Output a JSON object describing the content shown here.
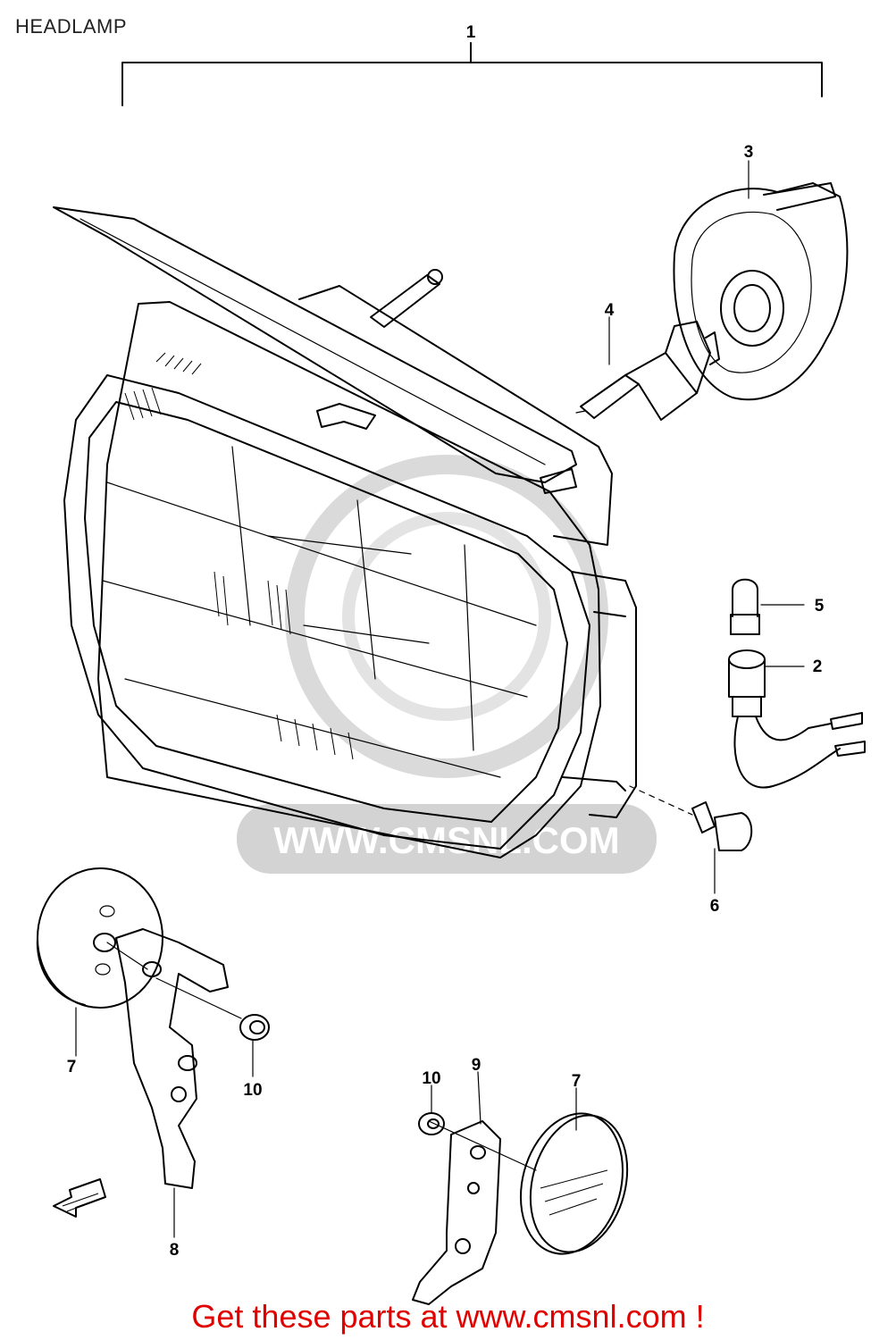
{
  "title": "HEADLAMP",
  "footer": "Get these parts at www.cmsnl.com !",
  "watermark": "WWW.CMSNL.COM",
  "callouts": {
    "c1": "1",
    "c2": "2",
    "c3": "3",
    "c4": "4",
    "c5": "5",
    "c6": "6",
    "c7a": "7",
    "c7b": "7",
    "c8": "8",
    "c9": "9",
    "c10a": "10",
    "c10b": "10"
  },
  "colors": {
    "footer": "#e00000",
    "watermark": "#cfcfcf"
  }
}
